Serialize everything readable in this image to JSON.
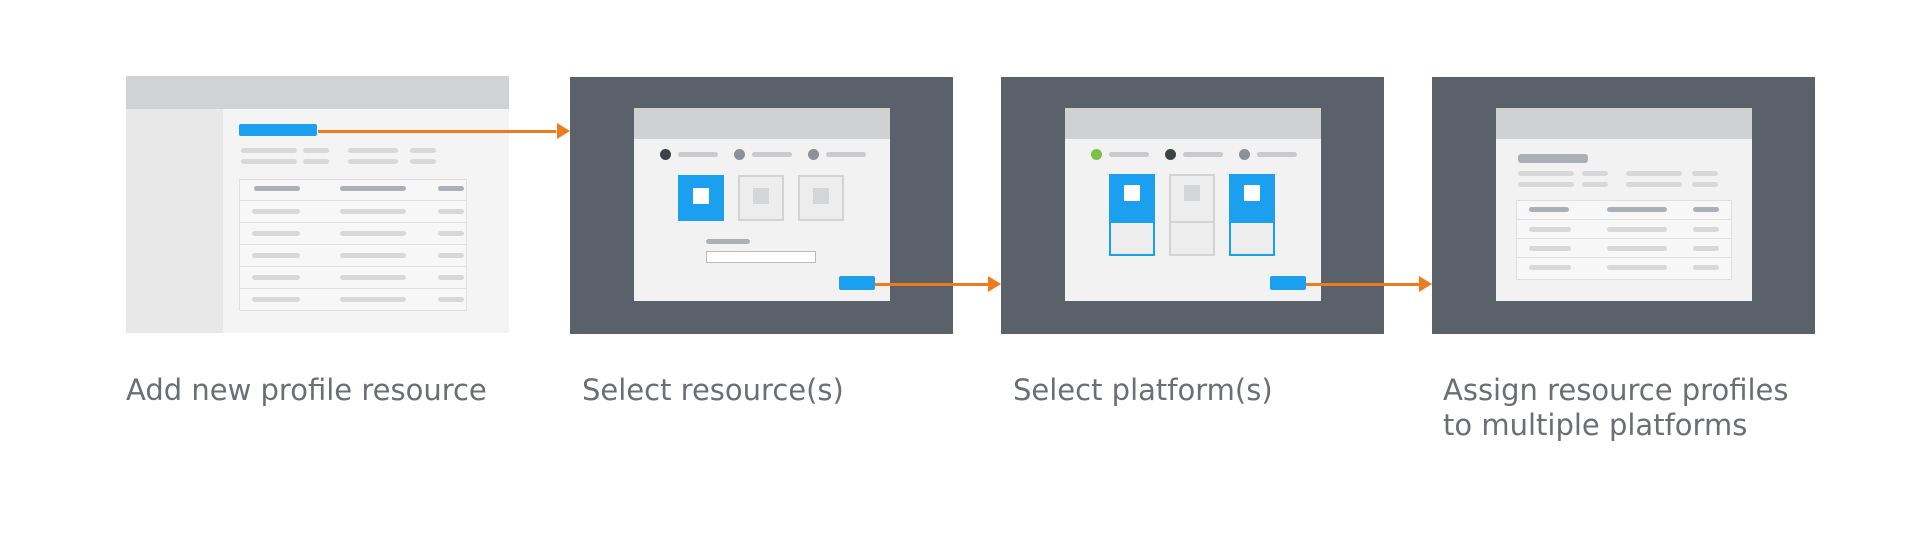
{
  "steps": [
    {
      "caption": "Add new profile resource"
    },
    {
      "caption": "Select resource(s)"
    },
    {
      "caption": "Select platform(s)"
    },
    {
      "caption_line1": "Assign resource profiles",
      "caption_line2": "to multiple platforms"
    }
  ],
  "colors": {
    "accent": "#1aa0ee",
    "arrow": "#ee7b1c",
    "overlay": "#5a616b",
    "success_dot": "#7cc242"
  },
  "icons": [
    "arrow-right-icon",
    "step-dot-icon",
    "resource-card-icon",
    "platform-card-icon"
  ]
}
